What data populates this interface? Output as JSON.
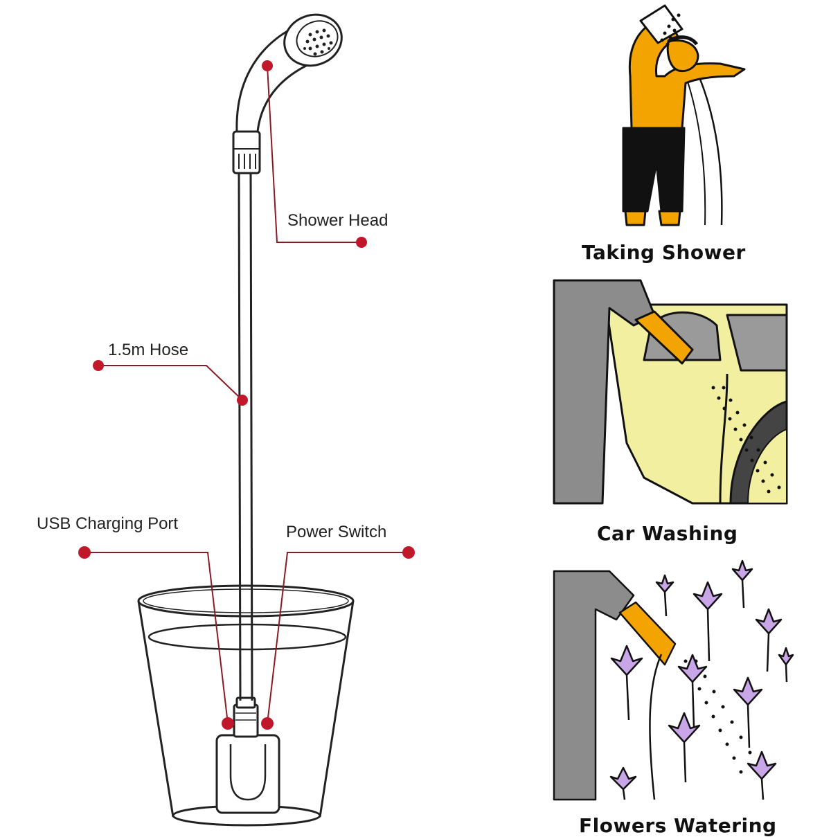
{
  "callouts": {
    "shower_head": "Shower Head",
    "hose": "1.5m Hose",
    "usb_port": "USB Charging Port",
    "power_switch": "Power Switch"
  },
  "uses": {
    "taking_shower": "Taking Shower",
    "car_washing": "Car Washing",
    "flowers_watering": "Flowers Watering"
  },
  "colors": {
    "callout_dot": "#c0182a",
    "callout_line": "#8a1a24",
    "skin": "#f4a400",
    "car": "#f2f0a0",
    "sleeve": "#8c8c8c",
    "flower": "#c9a6e8"
  }
}
